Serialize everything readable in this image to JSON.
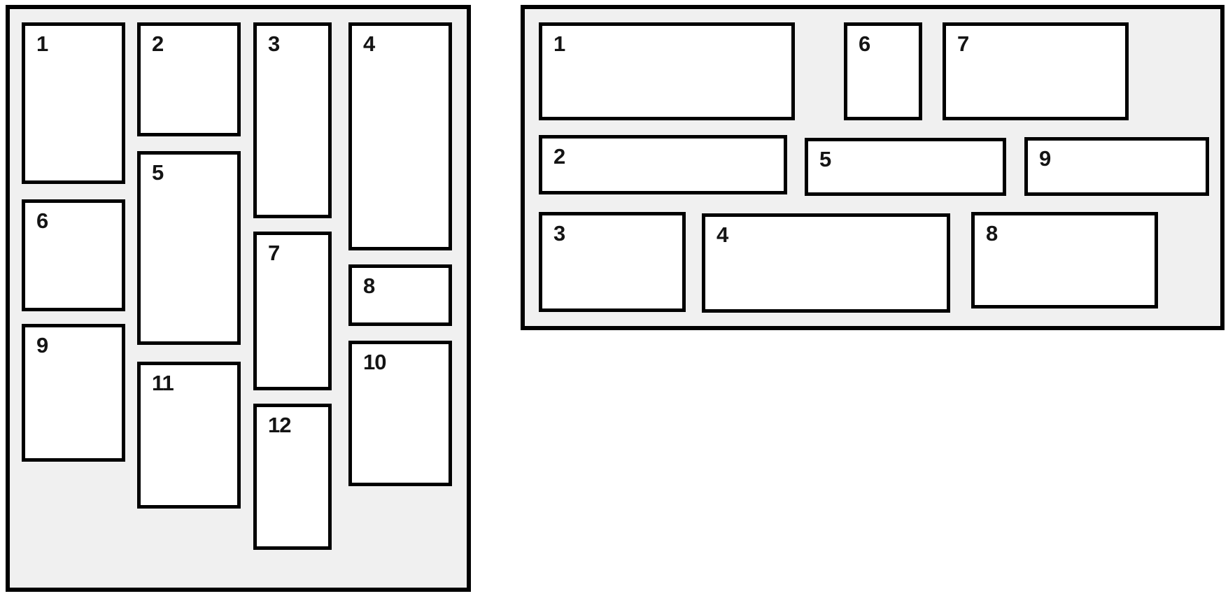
{
  "colors": {
    "page_background": "#ffffff",
    "panel_background": "#f0f0f0",
    "box_background": "#ffffff",
    "border": "#000000",
    "label_text": "#141414"
  },
  "left_panel": {
    "labels": [
      "1",
      "2",
      "3",
      "4",
      "5",
      "6",
      "7",
      "8",
      "9",
      "10",
      "11",
      "12"
    ]
  },
  "right_panel": {
    "labels": [
      "1",
      "2",
      "3",
      "4",
      "5",
      "6",
      "7",
      "8",
      "9"
    ]
  }
}
